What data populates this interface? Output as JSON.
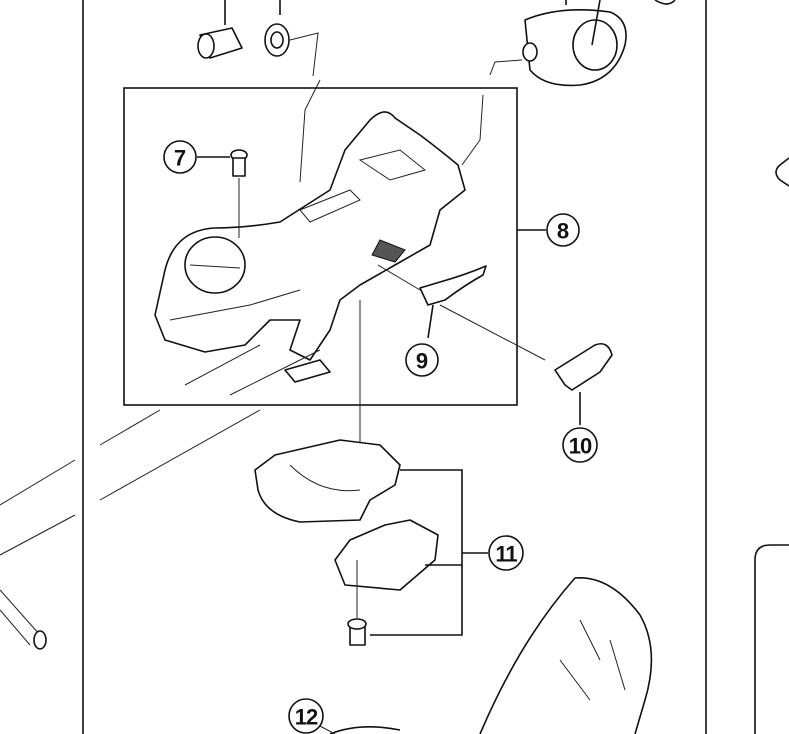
{
  "diagram": {
    "callouts": [
      {
        "id": "7",
        "label": "7"
      },
      {
        "id": "8",
        "label": "8"
      },
      {
        "id": "9",
        "label": "9"
      },
      {
        "id": "10",
        "label": "10"
      },
      {
        "id": "11",
        "label": "11"
      },
      {
        "id": "12",
        "label": "12"
      }
    ]
  }
}
